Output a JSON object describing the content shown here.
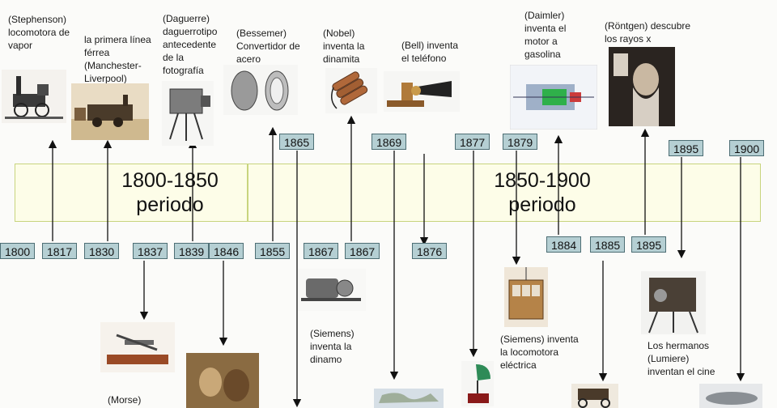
{
  "periods": [
    "1800-1850\nperiodo",
    "1850-1900\nperiodo"
  ],
  "years": {
    "y1800": "1800",
    "y1817": "1817",
    "y1830": "1830",
    "y1837": "1837",
    "y1839": "1839",
    "y1846": "1846",
    "y1855": "1855",
    "y1865": "1865",
    "y1867a": "1867",
    "y1867b": "1867",
    "y1869": "1869",
    "y1876": "1876",
    "y1877": "1877",
    "y1879": "1879",
    "y1884": "1884",
    "y1885": "1885",
    "y1895a": "1895",
    "y1895b": "1895",
    "y1900": "1900"
  },
  "labels": {
    "stephenson": "(Stephenson)\nlocomotora de\nvapor",
    "manchester": "la primera línea\nférrea\n(Manchester-\nLiverpool)",
    "daguerre": "(Daguerre)\ndaguerrotipo\nantecedente\nde la\nfotografía",
    "bessemer": "(Bessemer)\nConvertidor de\nacero",
    "nobel": "(Nobel)\ninventa la\ndinamita",
    "bell": "(Bell) inventa\nel teléfono",
    "daimler": "(Daimler)\ninventa el\nmotor a\ngasolina",
    "rontgen": "(Röntgen)  descubre\nlos rayos x",
    "siemens_dinamo": "(Siemens)\ninventa la\ndinamo",
    "siemens_loco": "(Siemens) inventa\nla locomotora\neléctrica",
    "lumiere": "Los hermanos\n(Lumiere)\ninventan el cine",
    "morse": "(Morse)"
  },
  "colors": {
    "year_box": "#b5cfd3",
    "year_border": "#4d6e74",
    "band": "#fdfde8",
    "band_border": "#c8d47e"
  }
}
